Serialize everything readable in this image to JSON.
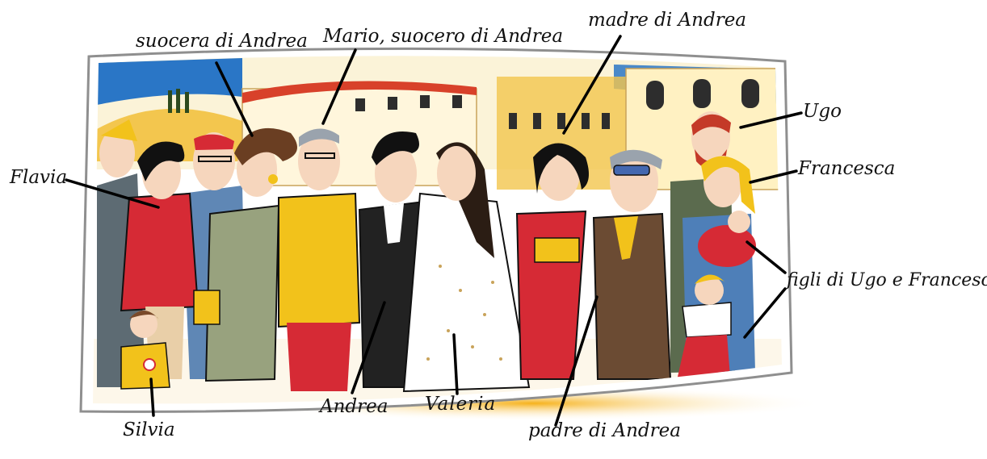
{
  "labels": {
    "suocera": "suocera di Andrea",
    "mario": "Mario, suocero di Andrea",
    "madre": "madre di Andrea",
    "ugo": "Ugo",
    "flavia": "Flavia",
    "francesca": "Francesca",
    "figli": "figli di Ugo e Francesca",
    "silvia": "Silvia",
    "andrea": "Andrea",
    "valeria": "Valeria",
    "padre": "padre di Andrea"
  },
  "colors": {
    "frame": "#8f8f8f",
    "sky": "#2a76c6",
    "building": "#f3c64e",
    "roof": "#d8412a",
    "red": "#d62a35",
    "yellow": "#f2c21b",
    "black_suit": "#222222",
    "skin": "#f6d6bd"
  }
}
